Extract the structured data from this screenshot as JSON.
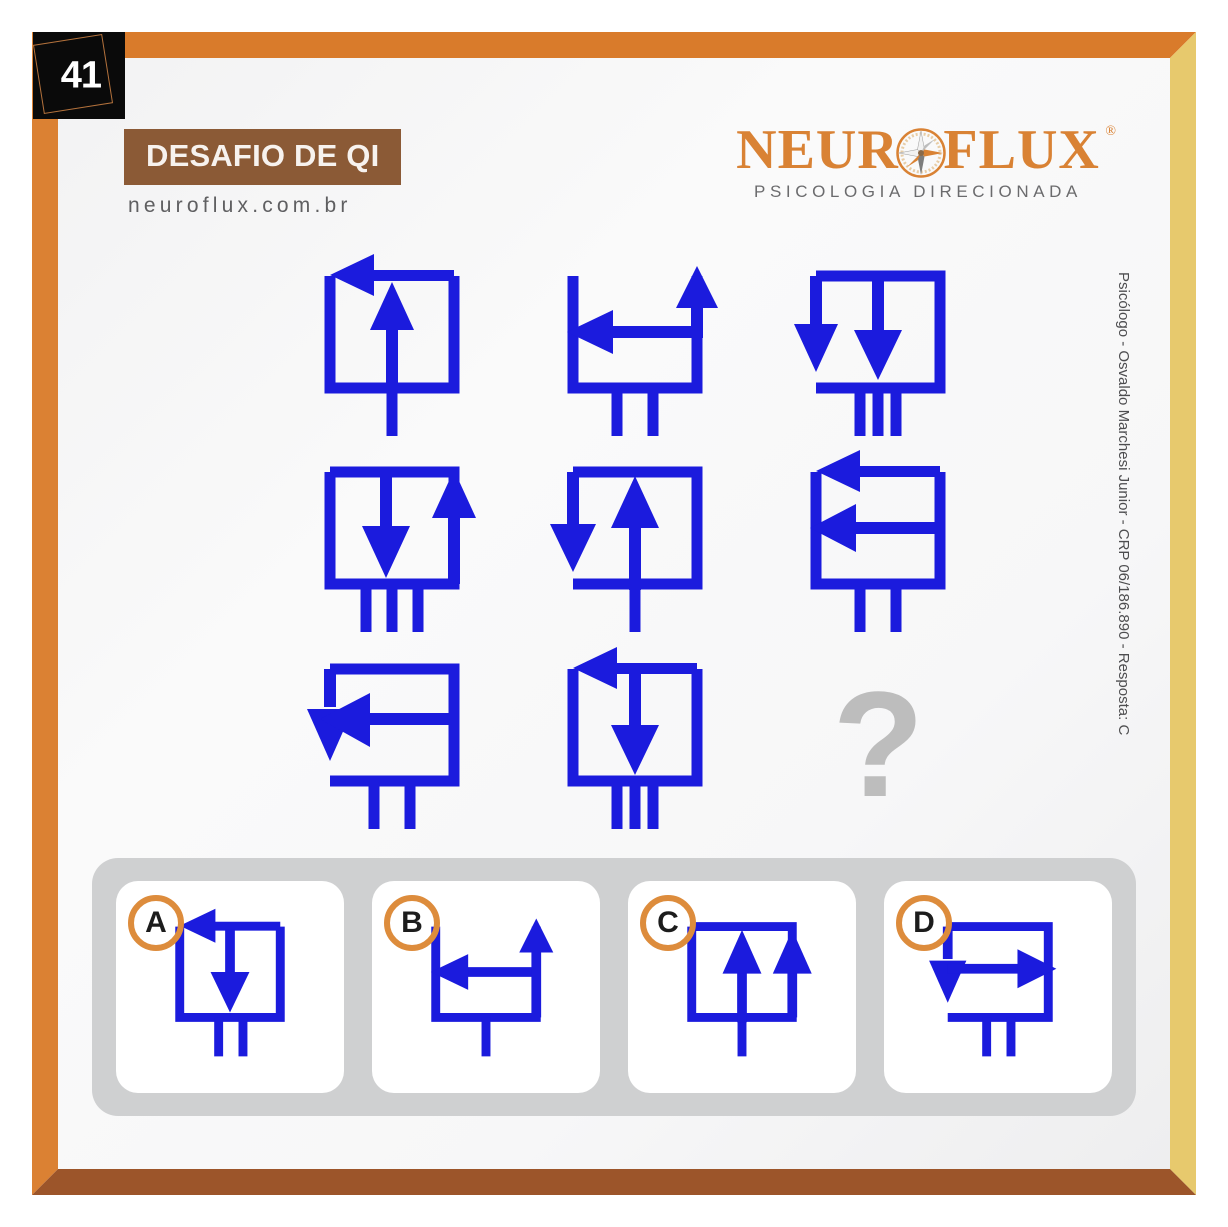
{
  "badge": {
    "number": "41"
  },
  "header": {
    "title": "DESAFIO DE QI",
    "url": "neuroflux.com.br"
  },
  "brand": {
    "name_part1": "NEUR",
    "name_part2": "FLUX",
    "registered": "®",
    "tagline": "PSICOLOGIA DIRECIONADA",
    "logo_icon": "compass-rose-icon",
    "color": "#d98234"
  },
  "credit": {
    "text": "Psicólogo - Osvaldo Marchesi Junior - CRP 06/186.890 - Resposta: C"
  },
  "colors": {
    "frame_top": "#d97b2b",
    "frame_left": "#db8133",
    "frame_right": "#e7c96d",
    "frame_bottom": "#9c552a",
    "title_band": "#8b5a36",
    "figure_blue": "#1b1bdd",
    "question_gray": "#bdbdbd",
    "answer_panel": "#cfd0d1",
    "option_ring": "#dd8c3c"
  },
  "puzzle": {
    "missing_symbol": "?",
    "cells": [
      {
        "id": "cell-1",
        "row": 1,
        "col": 1,
        "legs": 1,
        "arrows": "up-center, left-top"
      },
      {
        "id": "cell-2",
        "row": 1,
        "col": 2,
        "legs": 2,
        "arrows": "left-middle, up-right"
      },
      {
        "id": "cell-3",
        "row": 1,
        "col": 3,
        "legs": 3,
        "arrows": "down-left, down-center"
      },
      {
        "id": "cell-4",
        "row": 2,
        "col": 1,
        "legs": 3,
        "arrows": "down-center, up-right"
      },
      {
        "id": "cell-5",
        "row": 2,
        "col": 2,
        "legs": 1,
        "arrows": "down-left, up-center"
      },
      {
        "id": "cell-6",
        "row": 2,
        "col": 3,
        "legs": 2,
        "arrows": "left-top, left-middle"
      },
      {
        "id": "cell-7",
        "row": 3,
        "col": 1,
        "legs": 2,
        "arrows": "down-left, left-middle"
      },
      {
        "id": "cell-8",
        "row": 3,
        "col": 2,
        "legs": 3,
        "arrows": "left-top, down-center"
      },
      {
        "id": "cell-9",
        "row": 3,
        "col": 3,
        "legs": 0,
        "arrows": "unknown"
      }
    ]
  },
  "answers": {
    "correct": "C",
    "options": [
      {
        "letter": "A",
        "legs": 2,
        "arrows": "left-top, down-center"
      },
      {
        "letter": "B",
        "legs": 1,
        "arrows": "left-middle, up-right"
      },
      {
        "letter": "C",
        "legs": 1,
        "arrows": "up-center, up-right"
      },
      {
        "letter": "D",
        "legs": 2,
        "arrows": "down-left, right-middle"
      }
    ]
  }
}
